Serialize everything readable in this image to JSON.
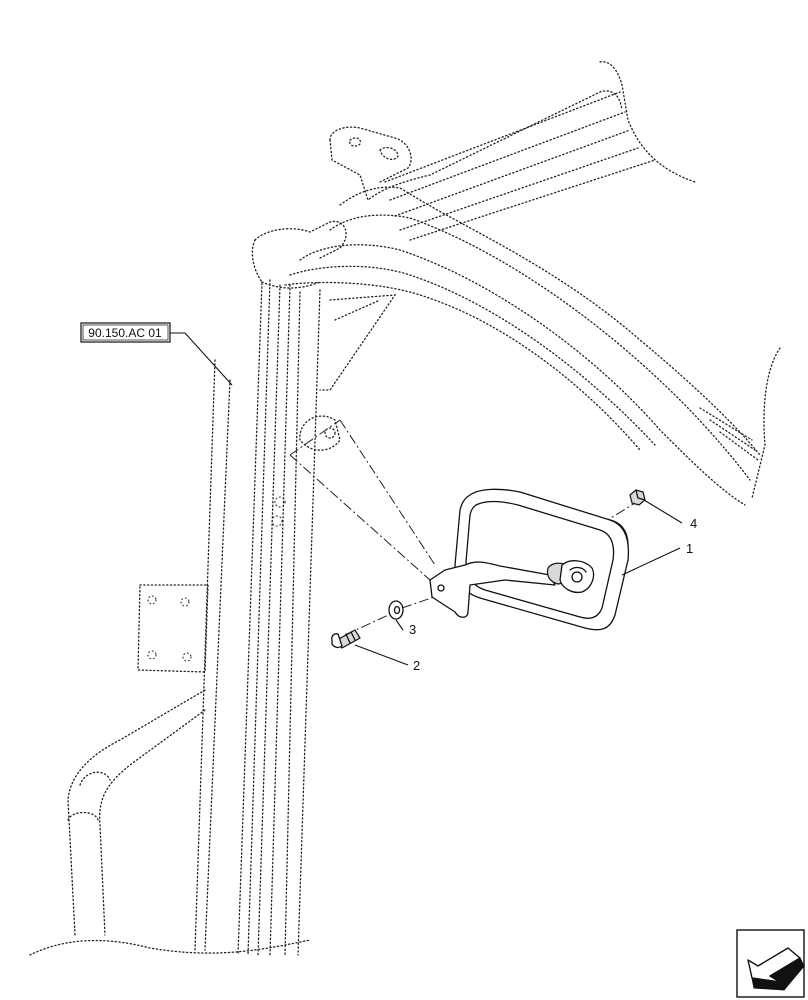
{
  "reference": {
    "label": "90.150.AC 01"
  },
  "callouts": [
    {
      "id": "1",
      "text": "1"
    },
    {
      "id": "2",
      "text": "2"
    },
    {
      "id": "3",
      "text": "3"
    },
    {
      "id": "4",
      "text": "4"
    }
  ],
  "icons": {
    "corner": "view-direction-arrow-icon"
  }
}
